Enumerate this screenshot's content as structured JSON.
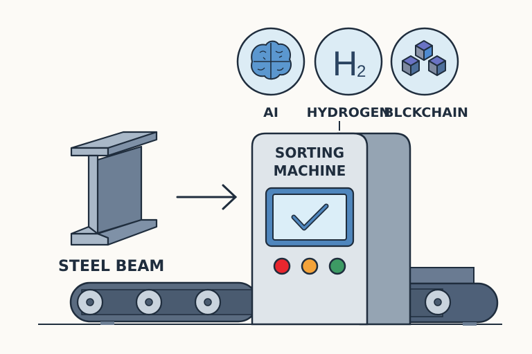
{
  "input": {
    "label": "STEEL BEAM",
    "icon": "steel-i-beam-icon"
  },
  "machine": {
    "title_line1": "SORTING",
    "title_line2": "MACHINE",
    "screen_icon": "checkmark-icon",
    "lights": [
      {
        "name": "red",
        "color": "#e8262e"
      },
      {
        "name": "orange",
        "color": "#f4a33a"
      },
      {
        "name": "green",
        "color": "#3d9a64"
      }
    ]
  },
  "categories": [
    {
      "label": "AI",
      "icon": "brain-icon"
    },
    {
      "label": "HYDROGEN",
      "icon": "h2-icon",
      "symbol": "H",
      "subscript": "2"
    },
    {
      "label": "BLCKCHAIN",
      "icon": "blocks-icon"
    }
  ],
  "colors": {
    "outline": "#1f2d3d",
    "steel": "#6d7f95",
    "steel_light": "#a9b8c8",
    "belt": "#4a5b70",
    "machine_front": "#dfe5ea",
    "machine_side": "#95a4b3",
    "screen_bg": "#dbeef8",
    "screen_frame": "#4f86bd",
    "circle_bg": "#dcecf5"
  }
}
